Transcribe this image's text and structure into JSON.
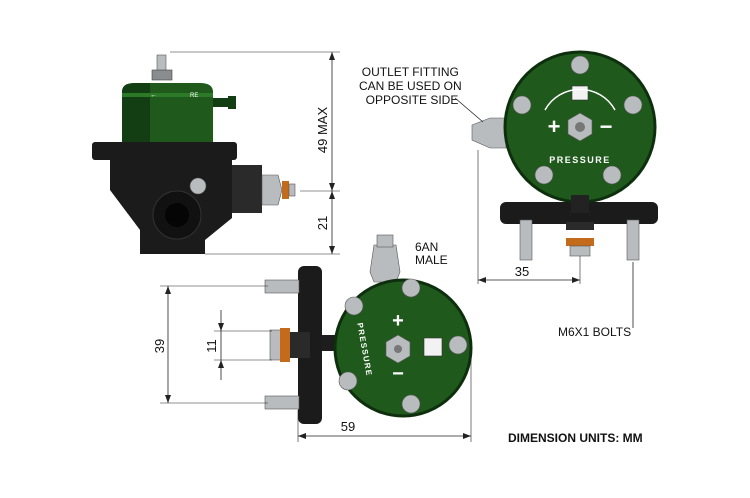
{
  "labels": {
    "outlet_fitting": [
      "OUTLET FITTING",
      "CAN BE USED ON",
      "OPPOSITE SIDE"
    ],
    "an_fitting": [
      "6AN",
      "MALE"
    ],
    "bolts": "M6X1 BOLTS",
    "units": "DIMENSION UNITS: MM",
    "pressure": "PRESSURE",
    "plus": "+",
    "minus": "−"
  },
  "dimensions": {
    "height_max": "49 MAX",
    "base_height": "21",
    "fitting_offset": "35",
    "bolt_spacing": "39",
    "inlet_dia": "11",
    "width": "59"
  },
  "colors": {
    "regulator_green": "#1f5a1c",
    "body_black": "#1b1b1b",
    "steel": "#b9bcbf",
    "seal_orange": "#c46a1b"
  }
}
